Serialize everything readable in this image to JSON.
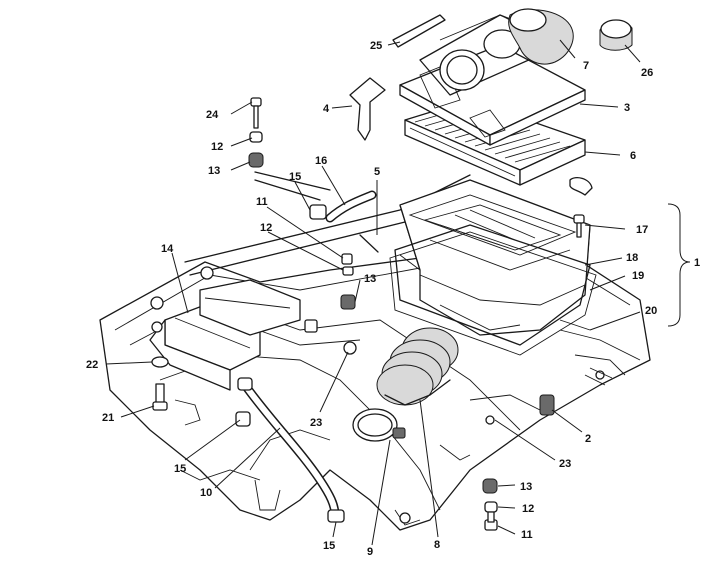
{
  "callouts": [
    {
      "id": "c25",
      "label": "25"
    },
    {
      "id": "c7",
      "label": "7"
    },
    {
      "id": "c26",
      "label": "26"
    },
    {
      "id": "c4",
      "label": "4"
    },
    {
      "id": "c3",
      "label": "3"
    },
    {
      "id": "c24",
      "label": "24"
    },
    {
      "id": "c12a",
      "label": "12"
    },
    {
      "id": "c13a",
      "label": "13"
    },
    {
      "id": "c16",
      "label": "16"
    },
    {
      "id": "c5",
      "label": "5"
    },
    {
      "id": "c6",
      "label": "6"
    },
    {
      "id": "c15a",
      "label": "15"
    },
    {
      "id": "c11a",
      "label": "11"
    },
    {
      "id": "c17",
      "label": "17"
    },
    {
      "id": "c12b",
      "label": "12"
    },
    {
      "id": "c1",
      "label": "1"
    },
    {
      "id": "c18",
      "label": "18"
    },
    {
      "id": "c14",
      "label": "14"
    },
    {
      "id": "c13b",
      "label": "13"
    },
    {
      "id": "c19",
      "label": "19"
    },
    {
      "id": "c20",
      "label": "20"
    },
    {
      "id": "c22",
      "label": "22"
    },
    {
      "id": "c21",
      "label": "21"
    },
    {
      "id": "c23a",
      "label": "23"
    },
    {
      "id": "c2",
      "label": "2"
    },
    {
      "id": "c23b",
      "label": "23"
    },
    {
      "id": "c15b",
      "label": "15"
    },
    {
      "id": "c10",
      "label": "10"
    },
    {
      "id": "c13c",
      "label": "13"
    },
    {
      "id": "c12c",
      "label": "12"
    },
    {
      "id": "c11b",
      "label": "11"
    },
    {
      "id": "c15c",
      "label": "15"
    },
    {
      "id": "c9",
      "label": "9"
    },
    {
      "id": "c8",
      "label": "8"
    }
  ]
}
